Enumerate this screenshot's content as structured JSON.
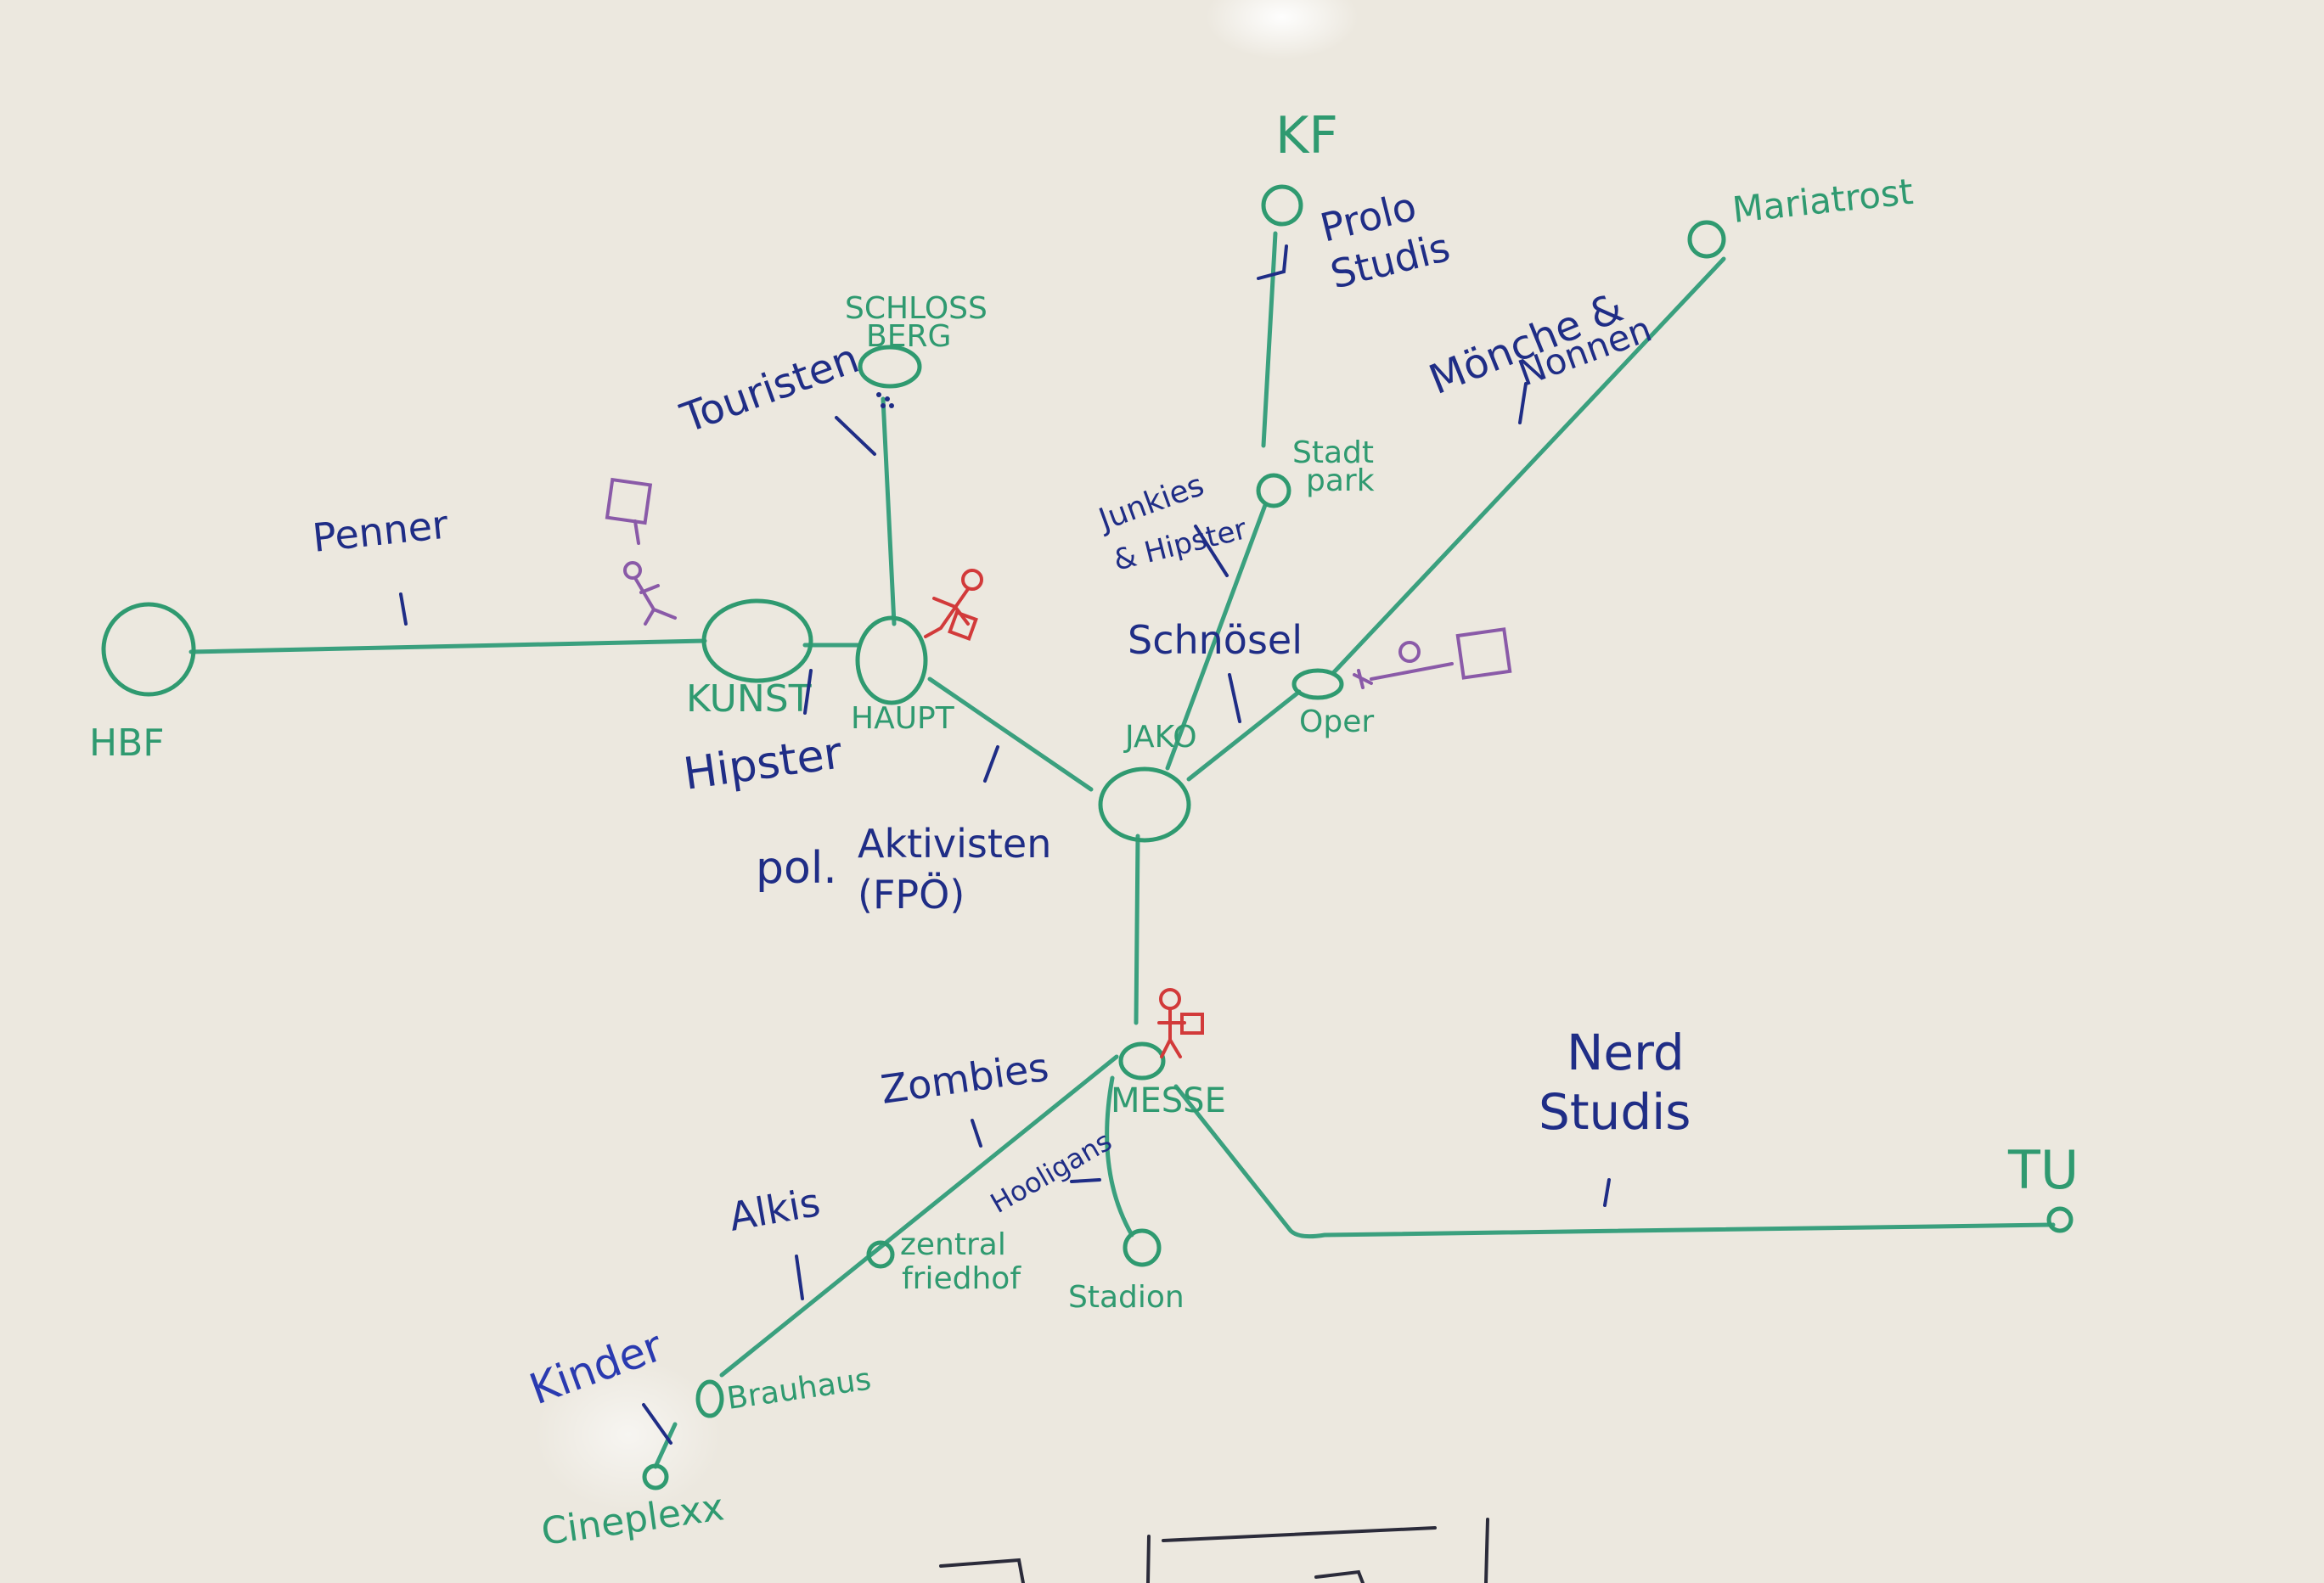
{
  "colors": {
    "board": "#ece8df",
    "line": "#3aa07e",
    "station": "#2f9a70",
    "blue": "#1f2d86",
    "red": "#d23a3a",
    "purple": "#8a5aa8"
  },
  "stations": {
    "hbf": "HBF",
    "kunst": "KUNST",
    "haupt": "HAUPT",
    "jako": "JAKO",
    "schlossberg_1": "SCHLOSS",
    "schlossberg_2": "BERG",
    "kf": "KF",
    "stadtpark_1": "Stadt",
    "stadtpark_2": "park",
    "oper": "Oper",
    "mariatrost": "Mariatrost",
    "messe": "MESSE",
    "tu": "TU",
    "stadion": "Stadion",
    "zentralfriedhof_1": "zentral",
    "zentralfriedhof_2": "friedhof",
    "brauhaus": "Brauhaus",
    "cineplexx": "Cineplexx"
  },
  "groups": {
    "penner": "Penner",
    "hipster": "Hipster",
    "touristen": "Touristen",
    "pol_1": "pol.",
    "pol_2": "Aktivisten",
    "pol_3": "(FPÖ)",
    "prolo_1": "Prolo",
    "prolo_2": "Studis",
    "junkies_1": "Junkies",
    "junkies_2": "& Hipster",
    "schnoesel": "Schnösel",
    "moenche_1": "Mönche &",
    "moenche_2": "Nonnen",
    "nerd_1": "Nerd",
    "nerd_2": "Studis",
    "zombies": "Zombies",
    "alkis": "Alkis",
    "hooligans": "Hooligans",
    "kinder": "Kinder"
  }
}
